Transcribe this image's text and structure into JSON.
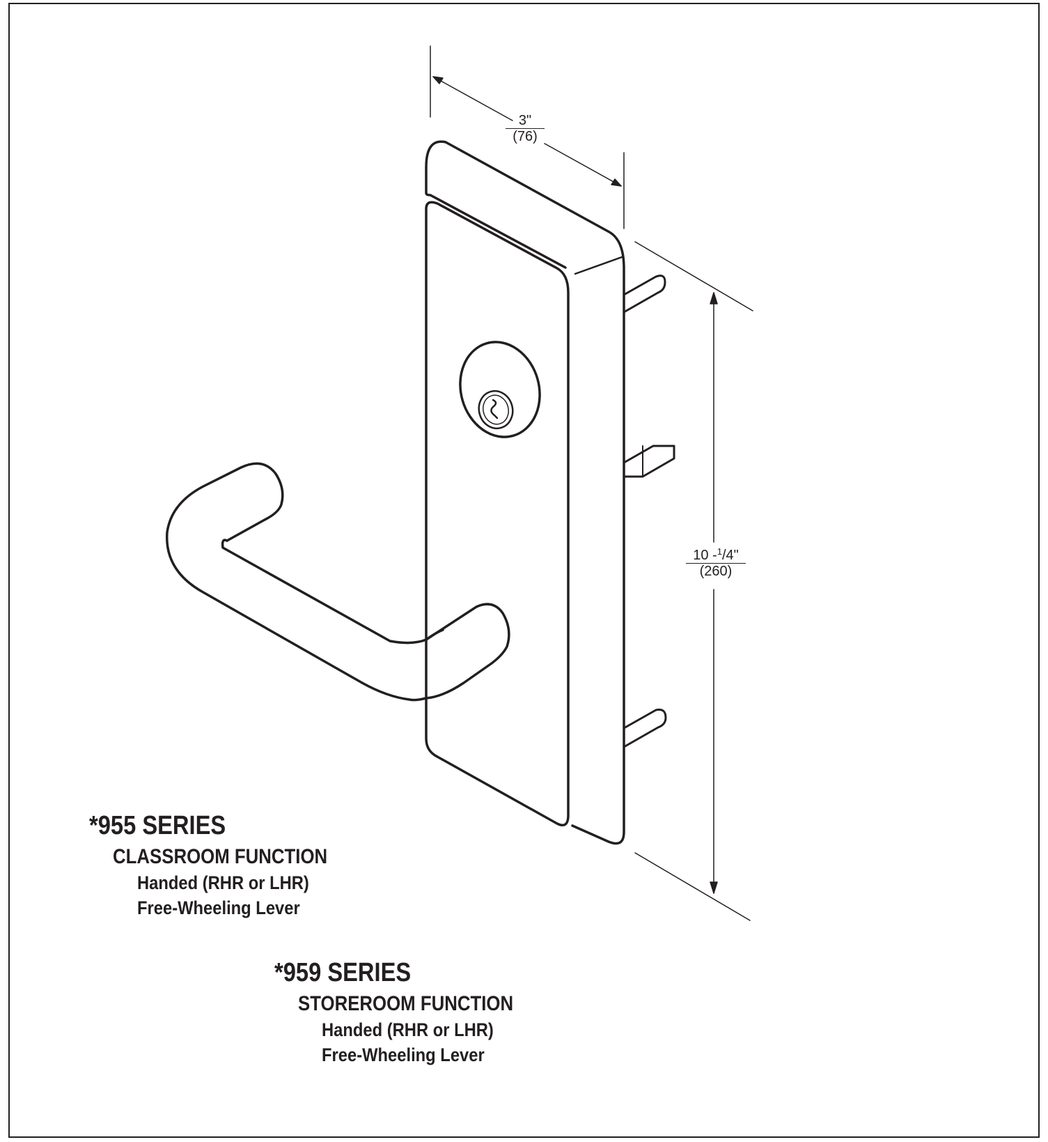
{
  "dimensions": {
    "width": {
      "imperial": "3\"",
      "metric": "(76)"
    },
    "height": {
      "imperial_whole": "10 -",
      "imperial_frac_num": "1",
      "imperial_frac_den": "/4\"",
      "metric": "(260)"
    }
  },
  "series": [
    {
      "title": "*955 SERIES",
      "function": "CLASSROOM FUNCTION",
      "details": [
        "Handed (RHR or LHR)",
        "Free-Wheeling Lever"
      ]
    },
    {
      "title": "*959 SERIES",
      "function": "STOREROOM FUNCTION",
      "details": [
        "Handed (RHR or LHR)",
        "Free-Wheeling Lever"
      ]
    }
  ],
  "colors": {
    "ink": "#231f20",
    "background": "#ffffff"
  }
}
